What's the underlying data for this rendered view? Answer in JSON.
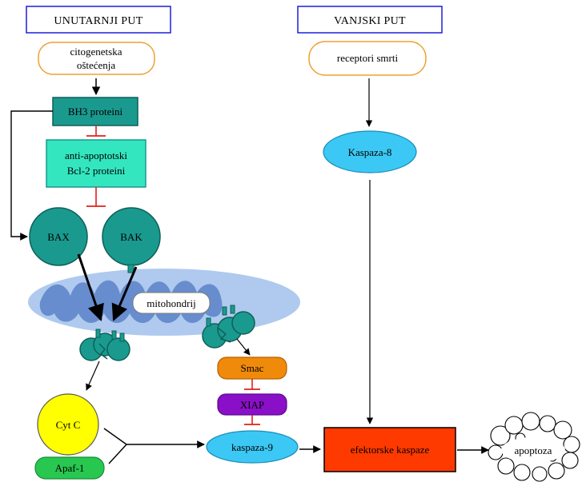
{
  "headers": {
    "intrinsic": "UNUTARNJI PUT",
    "extrinsic": "VANJSKI PUT"
  },
  "nodes": {
    "cytogenetic_line1": "citogenetska",
    "cytogenetic_line2": "oštećenja",
    "bh3": "BH3 proteini",
    "anti_line1": "anti-apoptotski",
    "anti_line2": "Bcl-2 proteini",
    "bax": "BAX",
    "bak": "BAK",
    "mitochondrion": "mitohondrij",
    "cytc": "Cyt C",
    "apaf": "Apaf-1",
    "smac": "Smac",
    "xiap": "XIAP",
    "caspase9": "kaspaza-9",
    "death_receptors": "receptori smrti",
    "caspase8": "Kaspaza-8",
    "effector": "efektorske kaspaze",
    "apoptosis": "apoptoza"
  },
  "colors": {
    "header_border": "#1f1fd6",
    "teal": "#1a9a8e",
    "teal_dark": "#0e5f5a",
    "anti_fill": "#33e6c0",
    "orange_border": "#f0a030",
    "kasp_blue": "#3cc8f5",
    "smac_orange": "#f08a0a",
    "xiap_purple": "#8a10c8",
    "cytc_yellow": "#ffff00",
    "apaf_green": "#28c850",
    "effector_red": "#ff3a00",
    "inhibit_red": "#e0201a",
    "mito_outer": "#a6c4ec",
    "mito_inner": "#5a82c8"
  }
}
